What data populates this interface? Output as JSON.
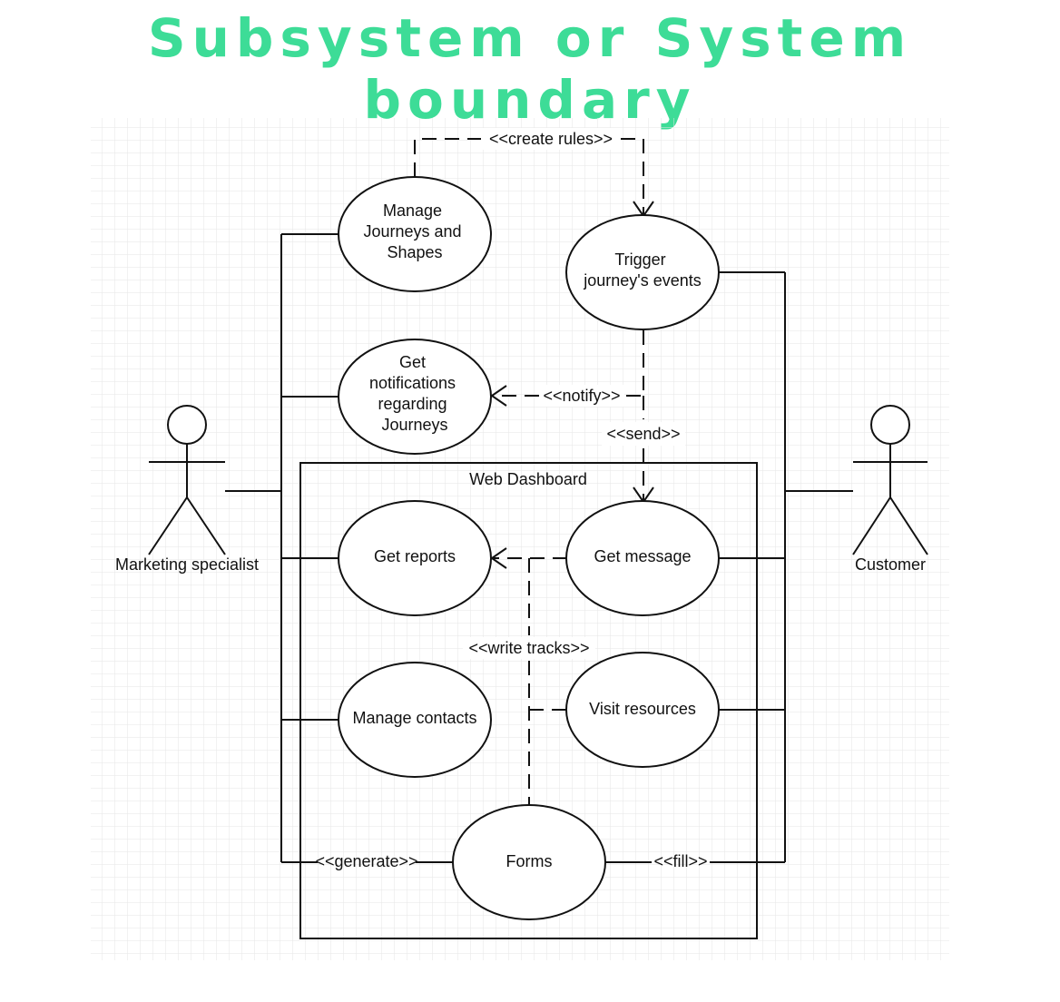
{
  "title": "Subsystem or System boundary",
  "colors": {
    "title": "#3ddc97",
    "line": "#111111",
    "grid": "#e6e6e6"
  },
  "system_boundary": {
    "label": "Web Dashboard"
  },
  "actors": {
    "marketing": {
      "name": "Marketing specialist"
    },
    "customer": {
      "name": "Customer"
    }
  },
  "use_cases": {
    "manage_journeys": {
      "lines": [
        "Manage",
        "Journeys and",
        "Shapes"
      ]
    },
    "trigger_events": {
      "lines": [
        "Trigger",
        "journey's events"
      ]
    },
    "get_notifications": {
      "lines": [
        "Get",
        "notifications",
        "regarding",
        "Journeys"
      ]
    },
    "get_reports": {
      "lines": [
        "Get reports"
      ]
    },
    "get_message": {
      "lines": [
        "Get message"
      ]
    },
    "manage_contacts": {
      "lines": [
        "Manage contacts"
      ]
    },
    "visit_resources": {
      "lines": [
        "Visit resources"
      ]
    },
    "forms": {
      "lines": [
        "Forms"
      ]
    }
  },
  "relations": {
    "create_rules": "<<create rules>>",
    "notify": "<<notify>>",
    "send": "<<send>>",
    "write_tracks": "<<write tracks>>",
    "generate": "<<generate>>",
    "fill": "<<fill>>"
  }
}
